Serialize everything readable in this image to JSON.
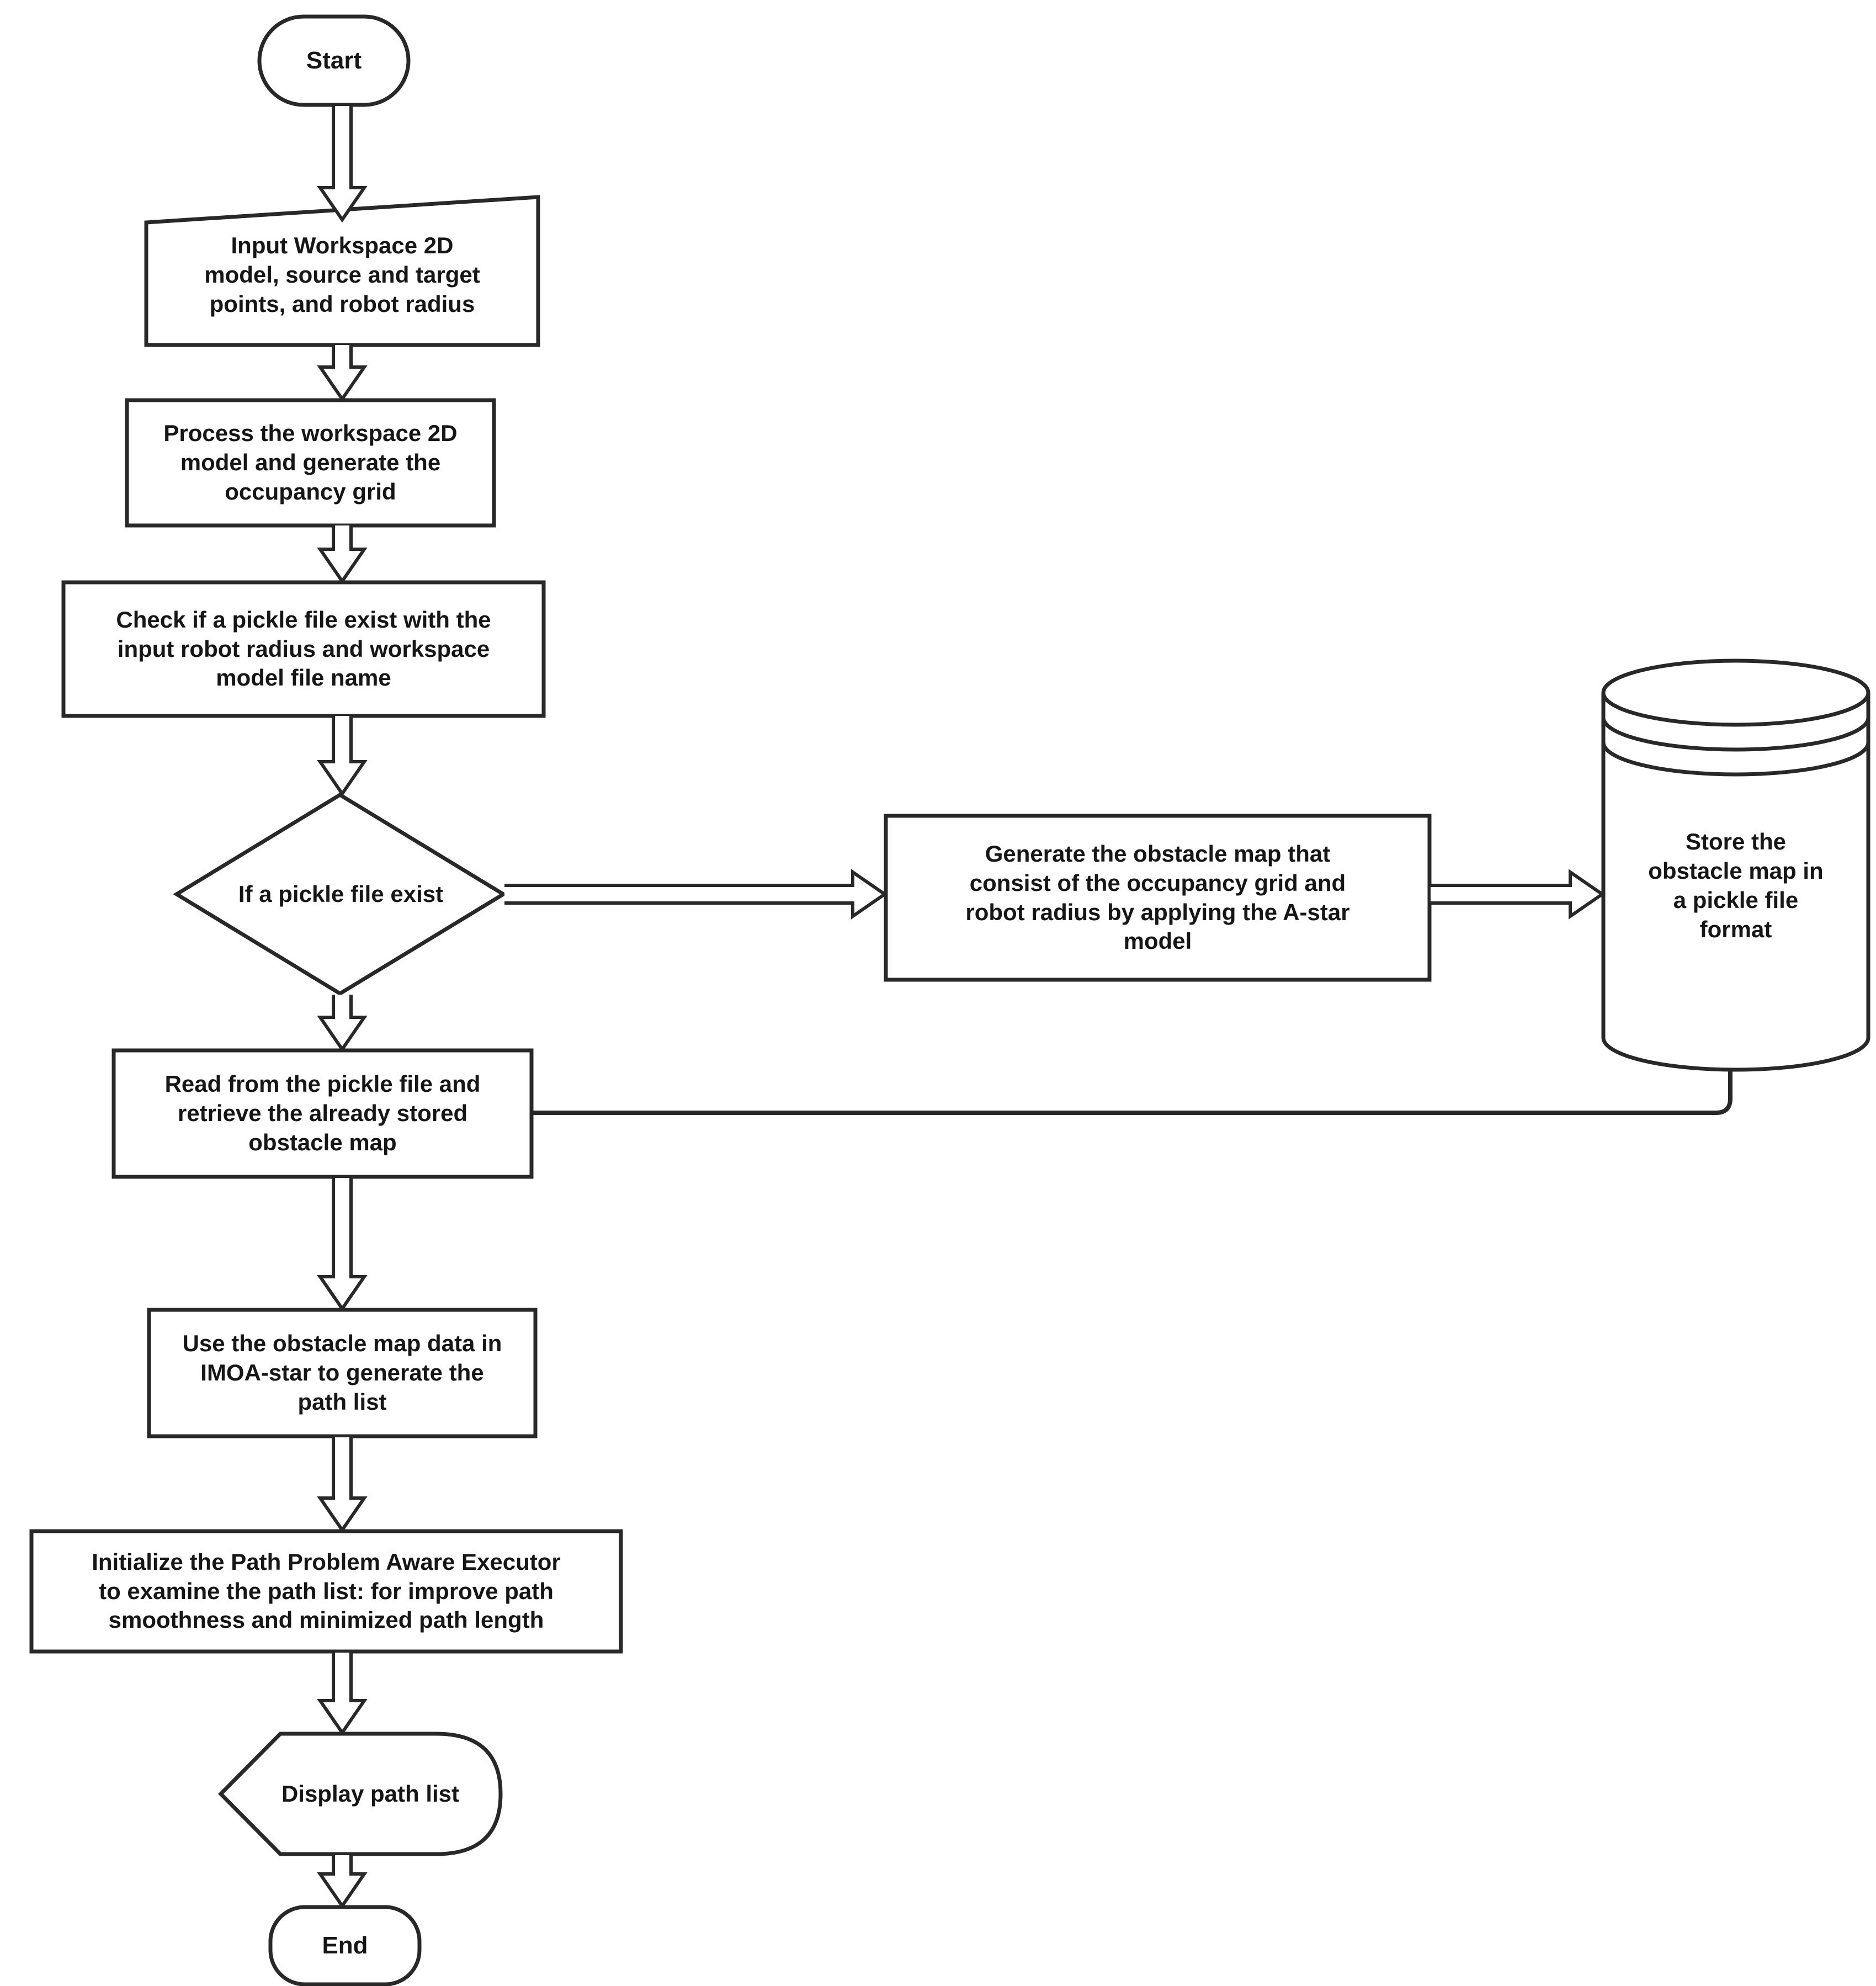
{
  "diagram": {
    "type": "flowchart",
    "background_color": "#ffffff",
    "stroke_color": "#282828",
    "text_color": "#161616"
  },
  "nodes": {
    "start": {
      "shape": "terminator",
      "label": "Start"
    },
    "input": {
      "shape": "manual-input",
      "label": "Input Workspace 2D\nmodel, source and target\npoints, and robot radius"
    },
    "process": {
      "shape": "process",
      "label": "Process the workspace 2D\nmodel and generate the\noccupancy grid"
    },
    "check": {
      "shape": "process",
      "label": "Check if a pickle file exist with the\ninput robot radius and workspace\nmodel file name"
    },
    "decision": {
      "shape": "decision",
      "label": "If a pickle file exist"
    },
    "generate": {
      "shape": "process",
      "label": "Generate the obstacle map that\nconsist of the occupancy grid and\nrobot radius by applying the A-star\nmodel"
    },
    "store": {
      "shape": "database",
      "label": "Store the\nobstacle map in\na pickle file\nformat"
    },
    "read": {
      "shape": "process",
      "label": "Read from the pickle file and\nretrieve the already stored\nobstacle map"
    },
    "use_imoa": {
      "shape": "process",
      "label": "Use the obstacle map data in\nIMOA-star to generate the\npath list"
    },
    "initialize": {
      "shape": "process",
      "label": "Initialize the Path Problem Aware Executor\nto examine the path list: for improve path\nsmoothness and minimized path length"
    },
    "display": {
      "shape": "display",
      "label": "Display path list"
    },
    "end": {
      "shape": "terminator",
      "label": "End"
    }
  },
  "edges": [
    {
      "from": "start",
      "to": "input",
      "style": "block-arrow"
    },
    {
      "from": "input",
      "to": "process",
      "style": "block-arrow"
    },
    {
      "from": "process",
      "to": "check",
      "style": "block-arrow"
    },
    {
      "from": "check",
      "to": "decision",
      "style": "block-arrow"
    },
    {
      "from": "decision",
      "to": "generate",
      "style": "block-arrow"
    },
    {
      "from": "generate",
      "to": "store",
      "style": "block-arrow"
    },
    {
      "from": "decision",
      "to": "read",
      "style": "block-arrow"
    },
    {
      "from": "store",
      "to": "read",
      "style": "plain-line"
    },
    {
      "from": "read",
      "to": "use_imoa",
      "style": "block-arrow"
    },
    {
      "from": "use_imoa",
      "to": "initialize",
      "style": "block-arrow"
    },
    {
      "from": "initialize",
      "to": "display",
      "style": "block-arrow"
    },
    {
      "from": "display",
      "to": "end",
      "style": "block-arrow"
    }
  ]
}
